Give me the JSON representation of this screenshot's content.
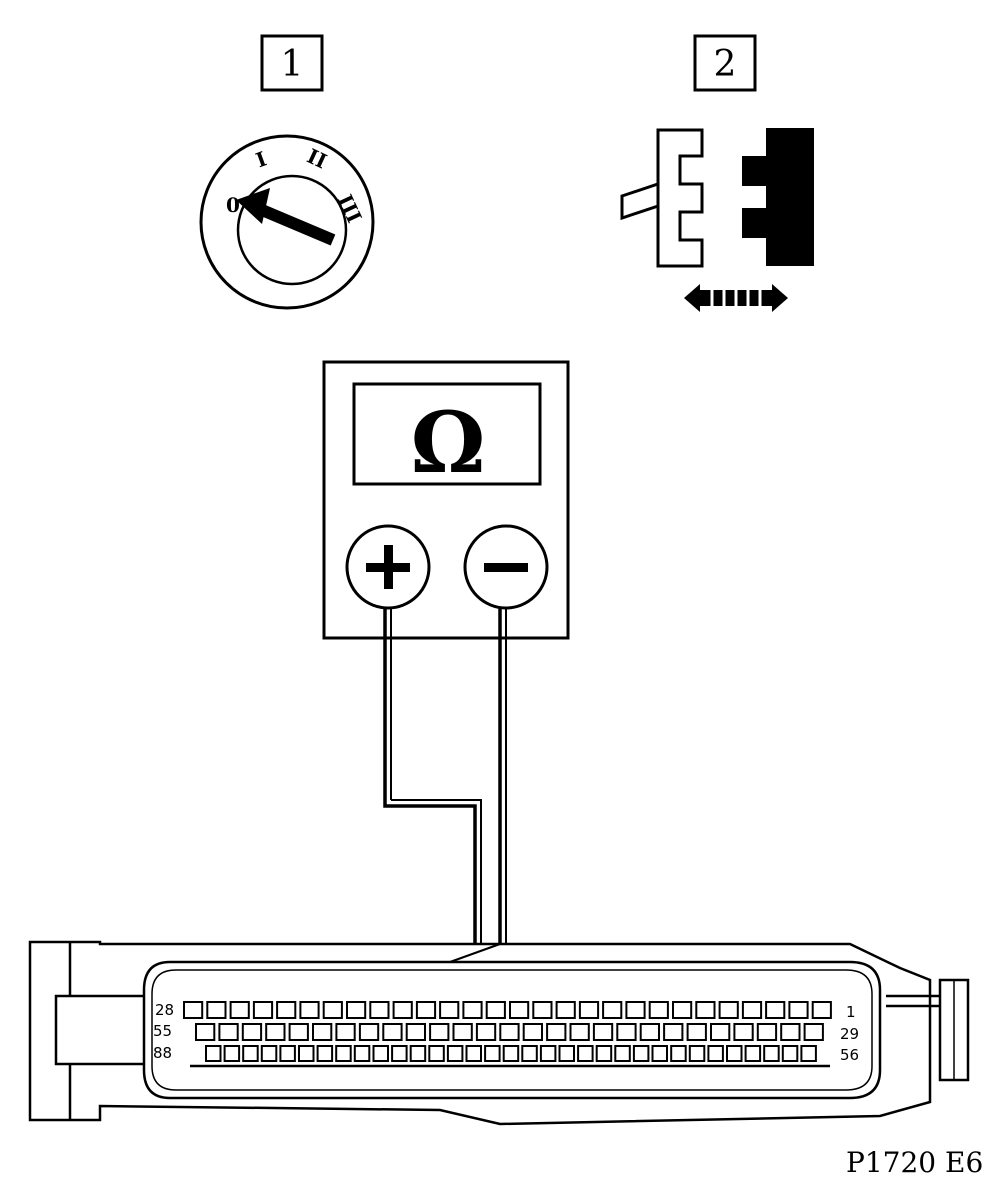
{
  "steps": [
    {
      "label": "1"
    },
    {
      "label": "2"
    }
  ],
  "ignition_switch": {
    "positions": [
      "0",
      "I",
      "II",
      "III"
    ]
  },
  "meter": {
    "symbol": "Ω",
    "positive_terminal": "+",
    "negative_terminal": "−"
  },
  "connector": {
    "row1": {
      "left": "28",
      "right": "1",
      "pins": 28
    },
    "row2": {
      "left": "55",
      "right": "29",
      "pins": 27
    },
    "row3": {
      "left": "88",
      "right": "56",
      "pins": 33
    }
  },
  "figure_code": "P1720 E6"
}
